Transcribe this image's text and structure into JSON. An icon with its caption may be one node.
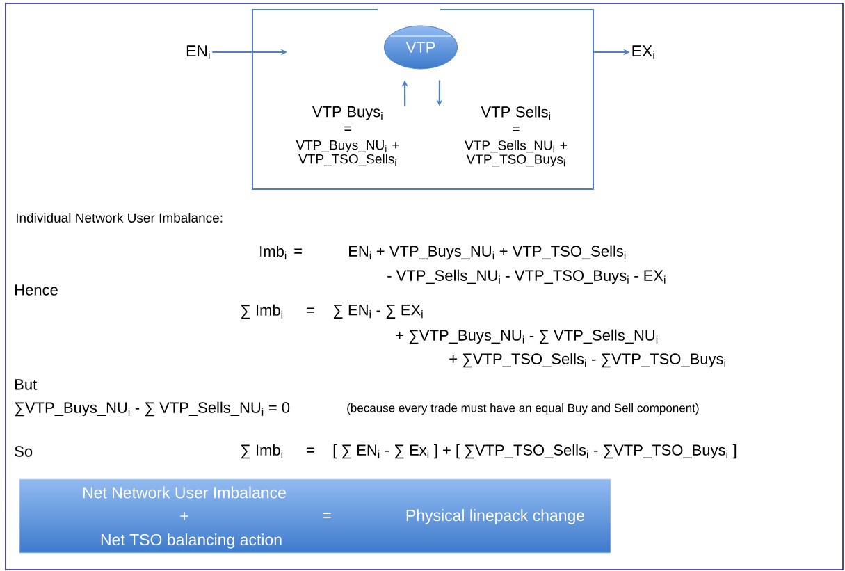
{
  "diagram": {
    "nodes": [
      {
        "text": [],
        "shape": "box"
      },
      {
        "text": [
          "EN$_{i}$"
        ]
      },
      {
        "text": [
          "VTP"
        ],
        "in": 0
      },
      {
        "text": [
          "VTP Buys$_{i}$",
          "=",
          "VTP_Buys_NU$_{i}$ + VTP_TSO_Sells$_{i}$"
        ],
        "in": 0
      },
      {
        "text": [
          "VTP Sells$_{i}$",
          "=",
          "VTP_Sells_NU$_{i}$ + VTP_TSO_Buys$_{i}$"
        ],
        "in": 0
      },
      {
        "text": [
          "EX$_{i}$"
        ]
      },
      {
        "text": [
          "Net Network User Imbalance",
          "+",
          "Net TSO balancing action",
          "=",
          "Physical linepack change"
        ]
      }
    ],
    "edges": [
      {
        "from": 1,
        "to": 0,
        "arrow": "to"
      },
      {
        "from": 0,
        "to": 5,
        "arrow": "to"
      },
      {
        "from": 3,
        "to": 2,
        "arrow": "to"
      },
      {
        "from": 2,
        "to": 4,
        "arrow": "to"
      }
    ],
    "labels": [
      "Individual Network User Imbalance:",
      "Imb$_{i}$",
      "=",
      "EN$_{i}$ + VTP_Buys_NU$_{i}$ + VTP_TSO_Sells$_{i}$",
      "- VTP_Sells_NU$_{i}$ - VTP_TSO_Buys$_{i}$ - EX$_{i}$",
      "Hence",
      "∑ Imb$_{i}$",
      "=",
      "∑ EN$_{i}$ - ∑ EX$_{i}$",
      "+ ∑VTP_Buys_NU$_{i}$ - ∑ VTP_Sells_NU$_{i}$",
      "+ ∑VTP_TSO_Sells$_{i}$ - ∑VTP_TSO_Buys$_{i}$",
      "But",
      "∑VTP_Buys_NU$_{i}$ - ∑ VTP_Sells_NU$_{i}$ = 0",
      "(because every trade must have an equal Buy and Sell component)",
      "So",
      "∑ Imb$_{i}$",
      "=",
      "[ ∑ EN$_{i}$ - ∑ Ex$_{i}$ ] + [ ∑VTP_TSO_Sells$_{i}$ - ∑VTP_TSO_Buys$_{i}$ ]"
    ]
  }
}
